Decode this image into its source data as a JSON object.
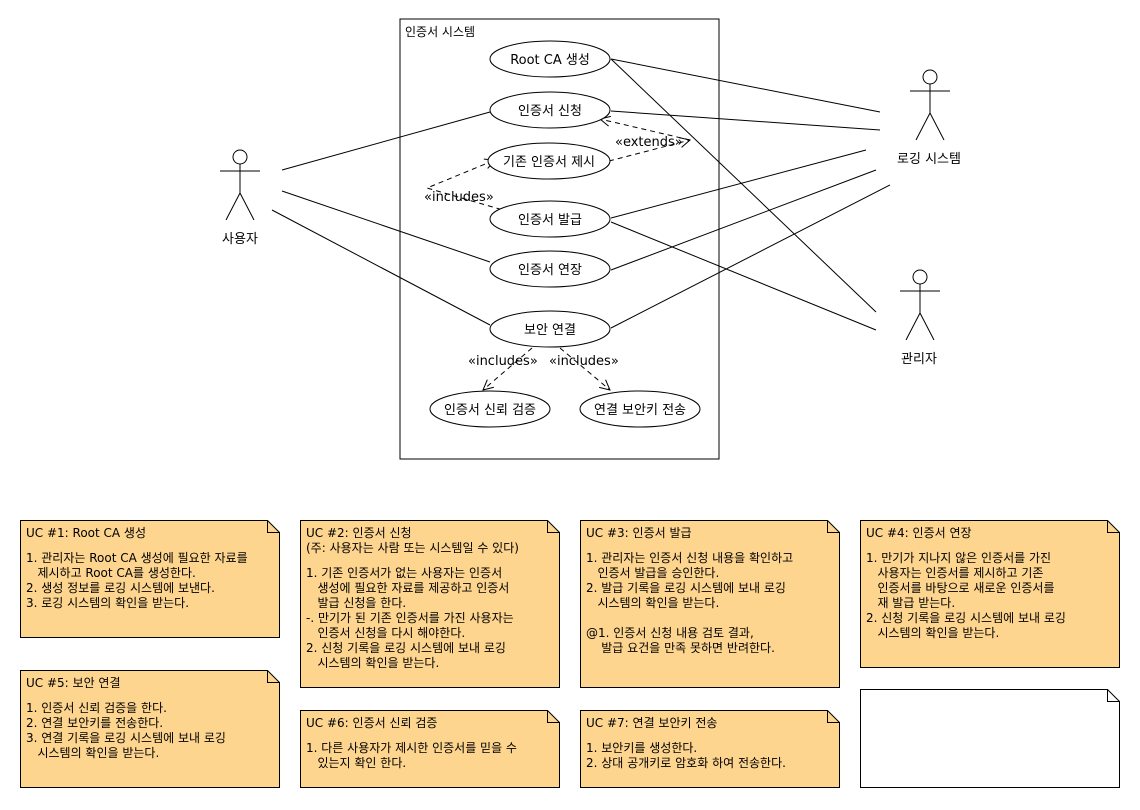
{
  "system": {
    "name": "인증서 시스템"
  },
  "actors": {
    "user": "사용자",
    "logging": "로깅 시스템",
    "admin": "관리자"
  },
  "usecases": {
    "rootca": "Root CA 생성",
    "request": "인증서 신청",
    "present": "기존 인증서 제시",
    "issue": "인증서 발급",
    "renew": "인증서 연장",
    "secure": "보안 연결",
    "verify": "인증서 신뢰 검증",
    "sendkey": "연결 보안키 전송"
  },
  "stereotypes": {
    "extends": "«extends»",
    "includes_present": "«includes»",
    "includes_verify": "«includes»",
    "includes_sendkey": "«includes»"
  },
  "notes": [
    {
      "id": "uc1",
      "title": "UC #1: Root CA 생성",
      "lines": [
        "1. 관리자는 Root CA 생성에 필요한 자료를",
        "   제시하고 Root CA를 생성한다.",
        "2. 생성 정보를 로깅 시스템에 보낸다.",
        "3. 로깅 시스템의 확인을 받는다."
      ]
    },
    {
      "id": "uc2",
      "title": "UC #2: 인증서 신청\n(주: 사용자는 사람 또는 시스템일 수 있다)",
      "lines": [
        "1. 기존 인증서가 없는 사용자는 인증서",
        "   생성에 필요한 자료를 제공하고 인증서",
        "   발급 신청을 한다.",
        "-. 만기가 된 기존 인증서를 가진 사용자는",
        "   인증서 신청을 다시 해야한다.",
        "2. 신청 기록을 로깅 시스템에 보내 로깅",
        "   시스템의 확인을 받는다."
      ]
    },
    {
      "id": "uc3",
      "title": "UC #3: 인증서 발급",
      "lines": [
        "1. 관리자는 인증서 신청 내용을 확인하고",
        "   인증서 발급을 승인한다.",
        "2. 발급 기록을 로깅 시스템에 보내 로깅",
        "   시스템의 확인을 받는다.",
        "",
        "@1. 인증서 신청 내용 검토 결과,",
        "    발급 요건을 만족 못하면 반려한다."
      ]
    },
    {
      "id": "uc4",
      "title": "UC #4: 인증서 연장",
      "lines": [
        "1. 만기가 지나지 않은 인증서를 가진",
        "   사용자는 인증서를 제시하고 기존",
        "   인증서를 바탕으로 새로운 인증서를",
        "   재 발급 받는다.",
        "2. 신청 기록을 로깅 시스템에 보내 로깅",
        "   시스템의 확인을 받는다."
      ]
    },
    {
      "id": "uc5",
      "title": "UC #5: 보안 연결",
      "lines": [
        "1. 인증서 신뢰 검증을 한다.",
        "2. 연결 보안키를 전송한다.",
        "3. 연결 기록을 로깅 시스템에 보내 로깅",
        "   시스템의 확인을 받는다."
      ]
    },
    {
      "id": "uc6",
      "title": "UC #6: 인증서 신뢰 검증",
      "lines": [
        "1. 다른 사용자가 제시한 인증서를 믿을 수",
        "   있는지 확인 한다."
      ]
    },
    {
      "id": "uc7",
      "title": "UC #7: 연결 보안키 전송",
      "lines": [
        "1. 보안키를 생성한다.",
        "2. 상대 공개키로 암호화 하여 전송한다."
      ]
    },
    {
      "id": "blank",
      "title": "",
      "lines": []
    }
  ],
  "colors": {
    "note_fill": "#fdd58f",
    "blank_fill": "#ffffff",
    "stroke": "#000000"
  }
}
